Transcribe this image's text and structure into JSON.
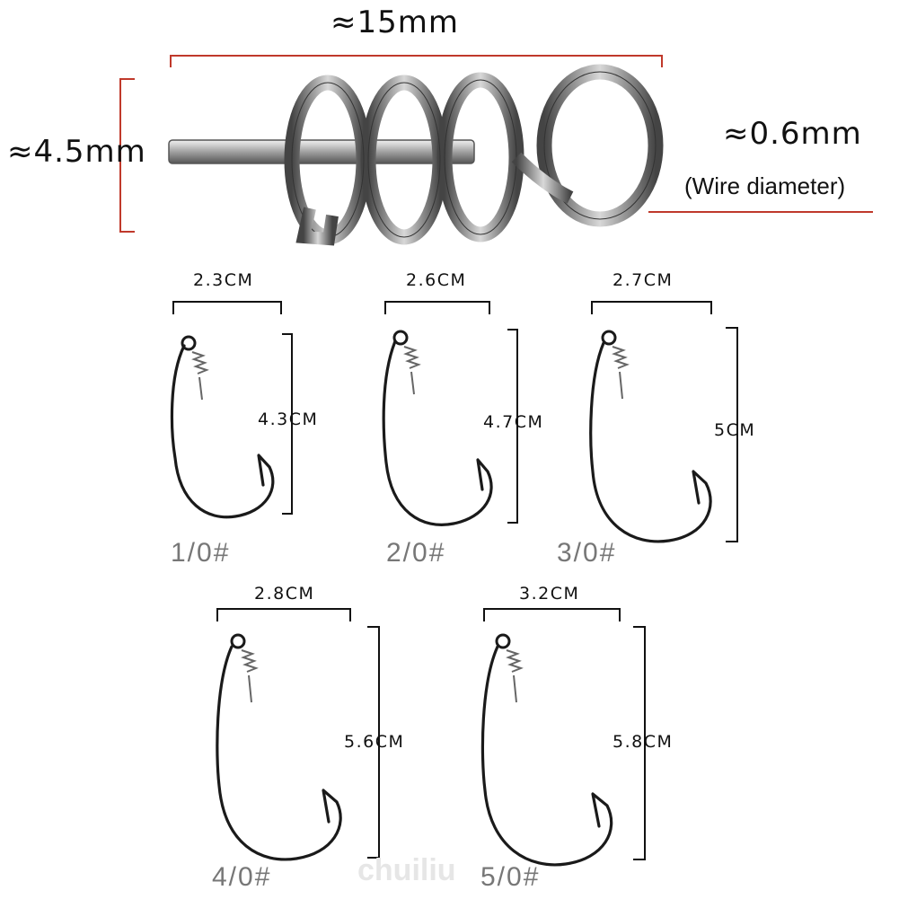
{
  "spring": {
    "length_label": "≈15mm",
    "height_label": "≈4.5mm",
    "wire_label": "≈0.6mm",
    "wire_note": "(Wire diameter)"
  },
  "hooks": [
    {
      "size": "1/0#",
      "width": "2.3CM",
      "height": "4.3CM"
    },
    {
      "size": "2/0#",
      "width": "2.6CM",
      "height": "4.7CM"
    },
    {
      "size": "3/0#",
      "width": "2.7CM",
      "height": "5CM"
    },
    {
      "size": "4/0#",
      "width": "2.8CM",
      "height": "5.6CM"
    },
    {
      "size": "5/0#",
      "width": "3.2CM",
      "height": "5.8CM"
    }
  ],
  "watermark": "chuiliu",
  "colors": {
    "dimension_line": "#c0392b",
    "hook": "#1a1a1a",
    "spring_metal": "#8a8a8a"
  }
}
